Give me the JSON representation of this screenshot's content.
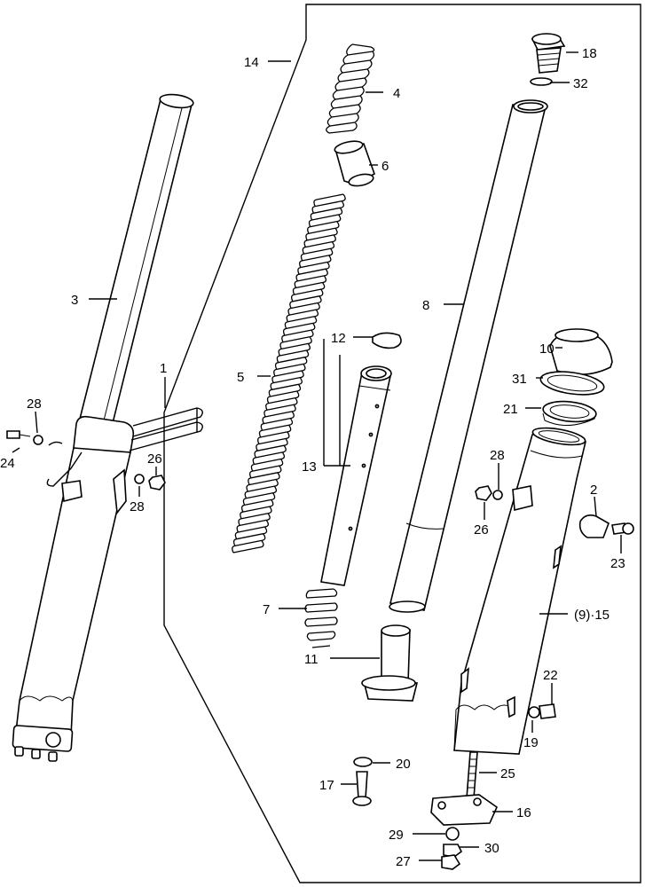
{
  "callouts": {
    "c1": "1",
    "c2": "2",
    "c3": "3",
    "c4": "4",
    "c5": "5",
    "c6": "6",
    "c7": "7",
    "c8": "8",
    "c9_15": "(9)·15",
    "c10": "10",
    "c11": "11",
    "c12": "12",
    "c13": "13",
    "c14": "14",
    "c16": "16",
    "c17": "17",
    "c18": "18",
    "c19": "19",
    "c20": "20",
    "c21": "21",
    "c22": "22",
    "c23": "23",
    "c24": "24",
    "c25": "25",
    "c26a": "26",
    "c26b": "26",
    "c27": "27",
    "c28a": "28",
    "c28b": "28",
    "c28c": "28",
    "c29": "29",
    "c30": "30",
    "c31": "31",
    "c32": "32"
  }
}
